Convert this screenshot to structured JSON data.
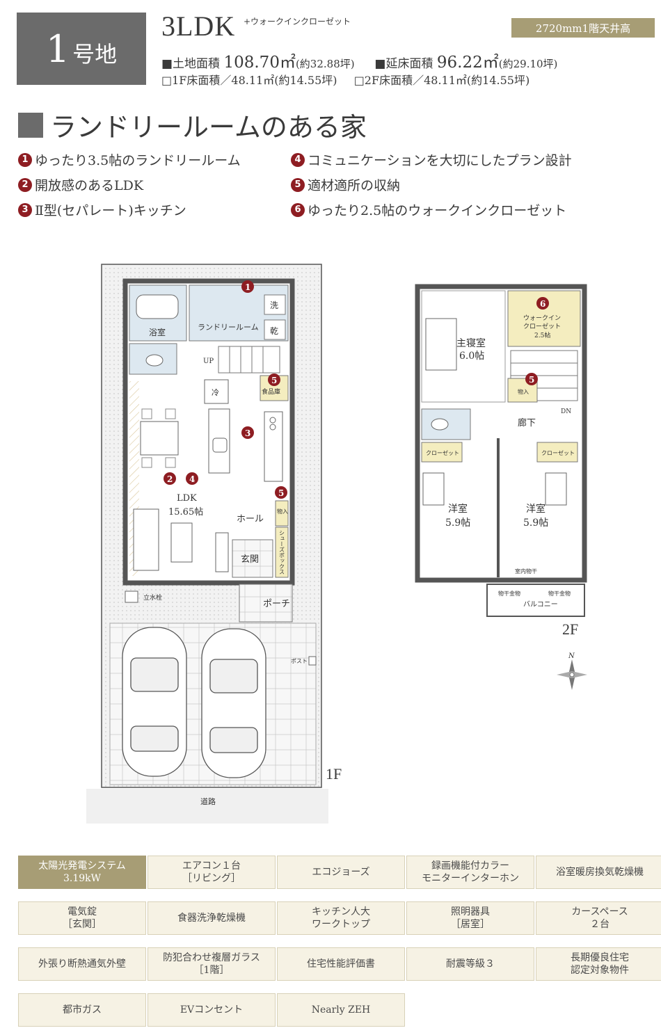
{
  "header": {
    "lot_number": "1",
    "lot_suffix": "号地",
    "layout": "3LDK",
    "layout_sub": "+ウォークインクローゼット",
    "ceiling": "2720mm1階天井高",
    "land_area_label": "■土地面積",
    "land_area_value": "108.70㎡",
    "land_area_tsubo": "(約32.88坪)",
    "floor_area_label": "■延床面積",
    "floor_area_value": "96.22㎡",
    "floor_area_tsubo": "(約29.10坪)",
    "f1_area": "□1F床面積／48.11㎡(約14.55坪)",
    "f2_area": "□2F床面積／48.11㎡(約14.55坪)"
  },
  "title": "ランドリールームのある家",
  "features": [
    {
      "num": "1",
      "text": "ゆったり3.5帖のランドリールーム"
    },
    {
      "num": "2",
      "text": "開放感のあるLDK"
    },
    {
      "num": "3",
      "text": "Ⅱ型(セパレート)キッチン"
    },
    {
      "num": "4",
      "text": "コミュニケーションを大切にしたプラン設計"
    },
    {
      "num": "5",
      "text": "適材適所の収納"
    },
    {
      "num": "6",
      "text": "ゆったり2.5帖のウォークインクローゼット"
    }
  ],
  "plan1f": {
    "laundry": "ランドリールーム",
    "wash": "洗",
    "dry": "乾",
    "bath": "浴室",
    "up": "UP",
    "fridge": "冷",
    "pantry": "食品庫",
    "ldk": "LDK",
    "ldk_size": "15.65帖",
    "hall": "ホール",
    "storage": "物入",
    "shoebox": "シューズボックス",
    "entrance": "玄関",
    "porch": "ポーチ",
    "faucet": "立水栓",
    "post": "ポスト",
    "road": "道路",
    "floor": "1F"
  },
  "plan2f": {
    "master": "主寝室",
    "master_size": "6.0帖",
    "wic": "ウォークイン",
    "wic2": "クローゼット",
    "wic_size": "2.5帖",
    "storage": "物入",
    "corridor": "廊下",
    "dn": "DN",
    "closet": "クローゼット",
    "western": "洋室",
    "western_size": "5.9帖",
    "indoor_dry": "室内物干",
    "hanger": "物干金物",
    "balcony": "バルコニー",
    "floor": "2F",
    "north": "N"
  },
  "equipment": [
    {
      "line1": "太陽光発電システム",
      "line2": "3.19kW",
      "highlight": true
    },
    {
      "line1": "エアコン１台",
      "line2": "［リビング］"
    },
    {
      "line1": "エコジョーズ",
      "line2": ""
    },
    {
      "line1": "録画機能付カラー",
      "line2": "モニターインターホン"
    },
    {
      "line1": "浴室暖房換気乾燥機",
      "line2": ""
    },
    {
      "line1": "電気錠",
      "line2": "［玄関］"
    },
    {
      "line1": "食器洗浄乾燥機",
      "line2": ""
    },
    {
      "line1": "キッチン人大",
      "line2": "ワークトップ"
    },
    {
      "line1": "照明器具",
      "line2": "［居室］"
    },
    {
      "line1": "カースペース",
      "line2": "２台"
    },
    {
      "line1": "外張り断熱通気外壁",
      "line2": ""
    },
    {
      "line1": "防犯合わせ複層ガラス",
      "line2": "［1階］"
    },
    {
      "line1": "住宅性能評価書",
      "line2": ""
    },
    {
      "line1": "耐震等級３",
      "line2": ""
    },
    {
      "line1": "長期優良住宅",
      "line2": "認定対象物件"
    },
    {
      "line1": "都市ガス",
      "line2": ""
    },
    {
      "line1": "EVコンセント",
      "line2": ""
    },
    {
      "line1": "Nearly ZEH",
      "line2": ""
    }
  ],
  "colors": {
    "accent": "#a79d75",
    "badge": "#8e1d22",
    "gray": "#6b6b6b",
    "wet": "#dde8f0",
    "storage": "#f4edbf",
    "equip_bg": "#f6f2e4"
  }
}
